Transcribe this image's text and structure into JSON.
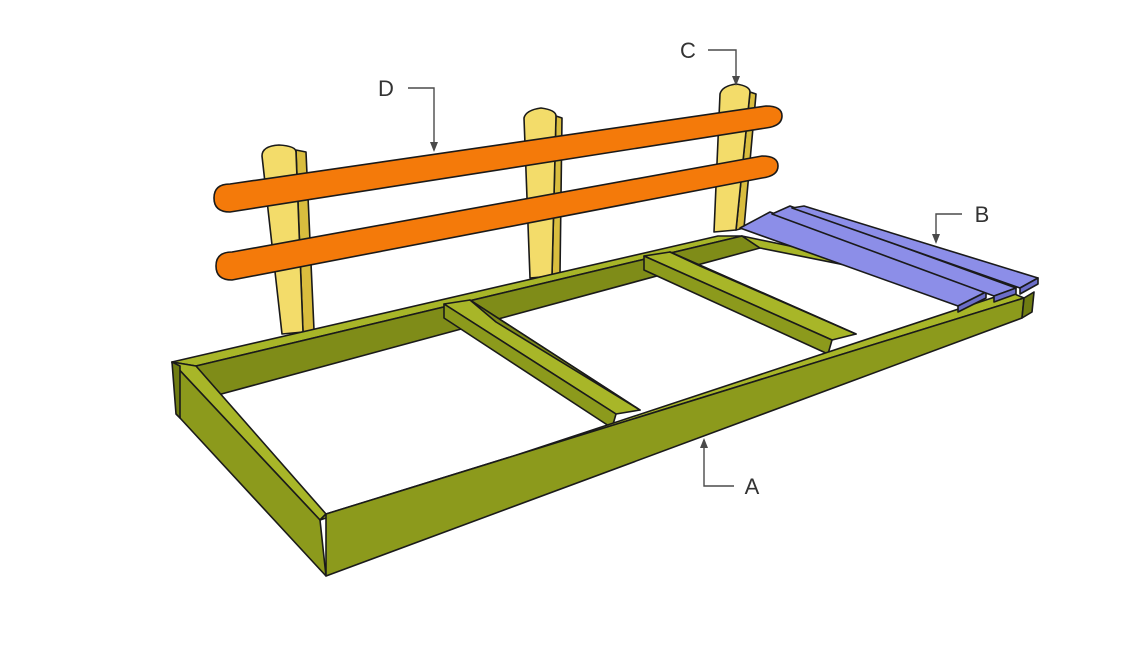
{
  "colors": {
    "background": "#ffffff",
    "frame_top": "#a8b628",
    "frame_side": "#8c9a1c",
    "frame_dark": "#6f7c12",
    "frame_inner": "#7f8c18",
    "post_face": "#f3dc6a",
    "post_side": "#d9bd3e",
    "rail": "#f47a0a",
    "rail_top": "#ff8f1c",
    "slat": "#8c8ee8",
    "slat_side": "#6c6ec8",
    "outline": "#1a1a1a",
    "leader": "#4a4a4a"
  },
  "parts": {
    "frame": "frame",
    "posts": "posts",
    "rails": "rails",
    "slats": "slats"
  },
  "labels": {
    "a": "A",
    "b": "B",
    "c": "C",
    "d": "D"
  }
}
